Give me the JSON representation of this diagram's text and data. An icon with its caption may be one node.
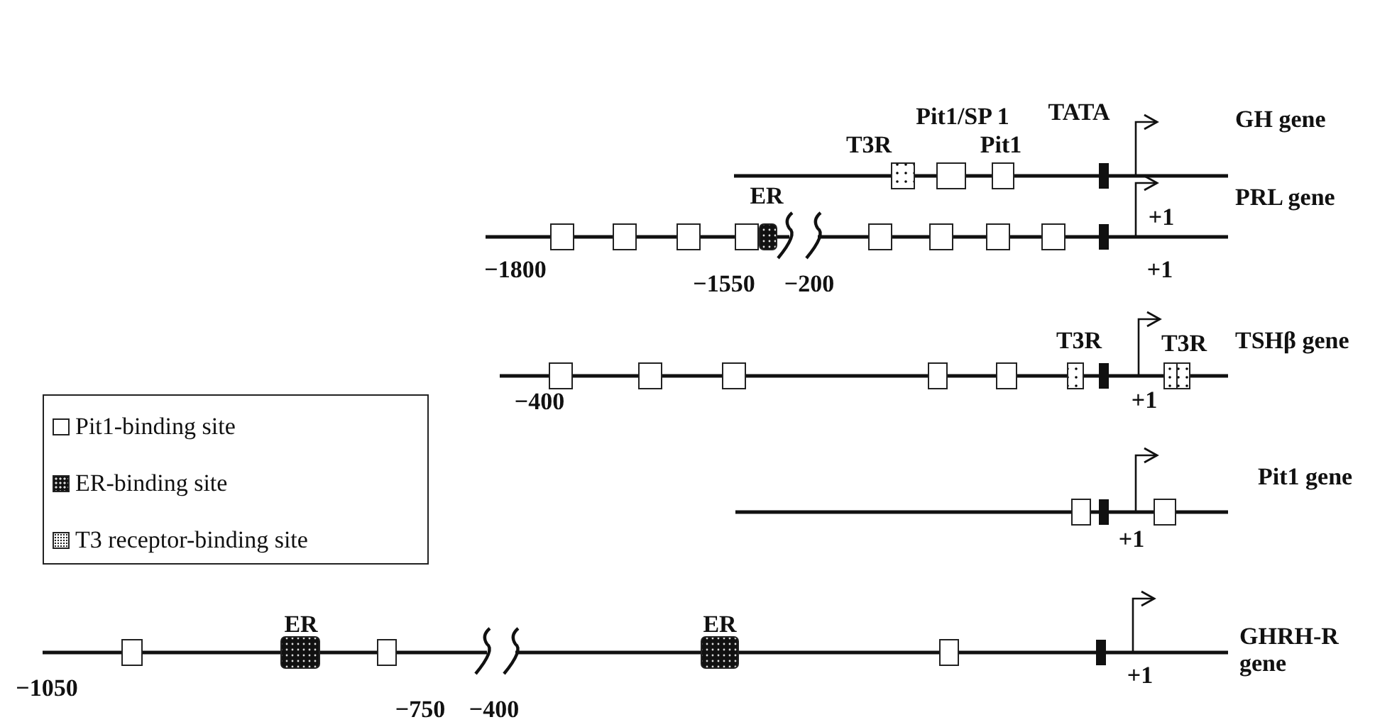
{
  "diagram": {
    "labels": [
      "T3R",
      "Pit1/SP 1",
      "Pit1",
      "TATA",
      "GH gene",
      "+1",
      "ER",
      "PRL gene",
      "−1800",
      "+1",
      "−1550",
      "−200",
      "T3R",
      "T3R",
      "TSHβ gene",
      "−400",
      "+1",
      "Pit1 gene",
      "+1",
      "ER",
      "ER",
      "GHRH-R gene",
      "−1050",
      "+1",
      "−750",
      "−400"
    ],
    "legend": [
      {
        "text": "Pit1-binding site"
      },
      {
        "text": "ER-binding site"
      },
      {
        "text": "T3 receptor-binding site"
      }
    ]
  }
}
